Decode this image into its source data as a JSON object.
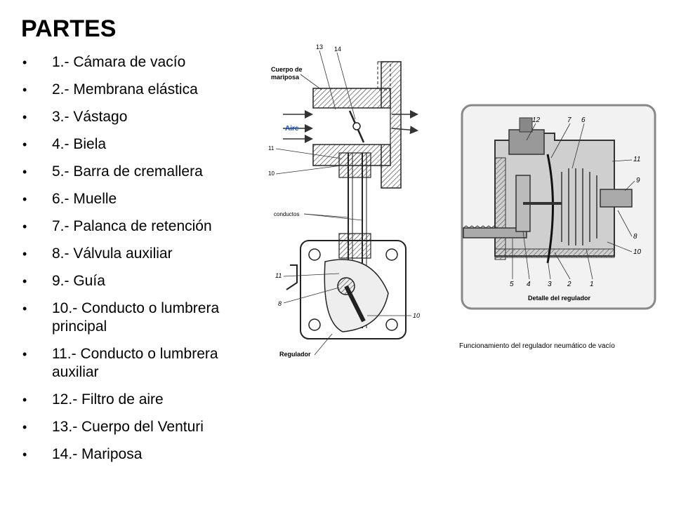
{
  "title": "PARTES",
  "parts": [
    "1.- Cámara de vacío",
    "2.- Membrana elástica",
    "3.- Vástago",
    "4.- Biela",
    "5.- Barra de cremallera",
    "6.- Muelle",
    "7.- Palanca de retención",
    "8.- Válvula auxiliar",
    "9.- Guía",
    "10.- Conducto o lumbrera principal",
    "11.- Conducto o lumbrera auxiliar",
    "12.- Filtro de aire",
    "13.- Cuerpo del Venturi",
    "14.- Mariposa"
  ],
  "left_diagram": {
    "label_13": "13",
    "label_14": "14",
    "cuerpo_line1": "Cuerpo de",
    "cuerpo_line2": "mariposa",
    "aire": "Aire",
    "label_11_top": "11",
    "label_10_top": "10",
    "conductos": "conductos",
    "label_11_bottom": "11",
    "label_8": "8",
    "label_10_bottom": "10",
    "regulador": "Regulador"
  },
  "right_diagram": {
    "labels_top": [
      "12",
      "7",
      "6"
    ],
    "label_11": "11",
    "label_9": "9",
    "label_8": "8",
    "label_10": "10",
    "labels_bottom": [
      "5",
      "4",
      "3",
      "2",
      "1"
    ],
    "caption_inner": "Detalle del regulador",
    "caption_outer": "Funcionamiento del regulador neumático de vacío"
  },
  "colors": {
    "aire_label": "#1a4fb5",
    "diagram_gray": "#555555",
    "frame_gray": "#888888"
  }
}
